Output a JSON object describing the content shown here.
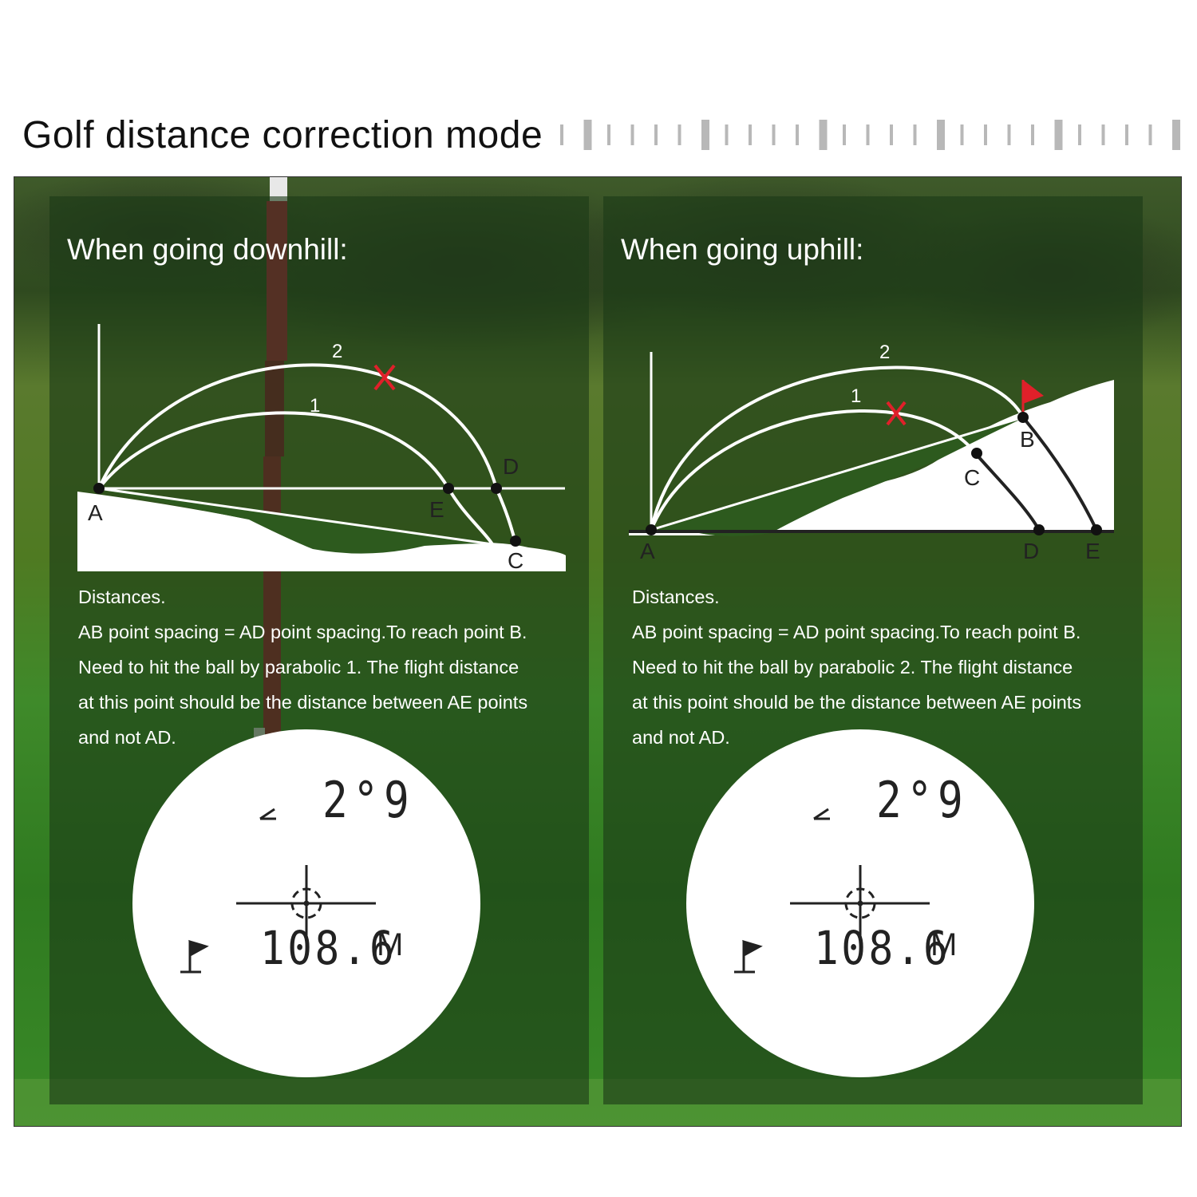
{
  "title": "Golf distance correction mode",
  "colors": {
    "panel_overlay": "#1c3a16",
    "accent_red": "#e0202a",
    "diagram_line": "#ffffff",
    "ground_dark": "#2a2a2a"
  },
  "left_panel": {
    "heading": "When going downhill:",
    "diagram": {
      "trajectory_labels": [
        "2",
        "1"
      ],
      "point_labels": {
        "a": "A",
        "c": "C",
        "d": "D",
        "e": "E"
      }
    },
    "description": [
      "Distances.",
      "AB point spacing = AD point spacing.To reach point B.",
      "Need to hit the ball by parabolic 1. The flight distance",
      "at this point should be the distance between AE points",
      "and not AD."
    ],
    "scope": {
      "angle": "2°9",
      "distance": "108.6",
      "unit": "M",
      "icons": [
        "angle-icon",
        "flag-icon",
        "crosshair-icon"
      ]
    }
  },
  "right_panel": {
    "heading": "When going uphill:",
    "diagram": {
      "trajectory_labels": [
        "2",
        "1"
      ],
      "point_labels": {
        "a": "A",
        "b": "B",
        "c": "C",
        "d": "D",
        "e": "E"
      }
    },
    "description": [
      "Distances.",
      "AB point spacing = AD point spacing.To reach point B.",
      "Need to hit the ball by parabolic 2. The flight distance",
      "at this point should be the distance between AE points",
      "and not AD."
    ],
    "scope": {
      "angle": "2°9",
      "distance": "108.6",
      "unit": "M",
      "icons": [
        "angle-icon",
        "flag-icon",
        "crosshair-icon"
      ]
    }
  }
}
